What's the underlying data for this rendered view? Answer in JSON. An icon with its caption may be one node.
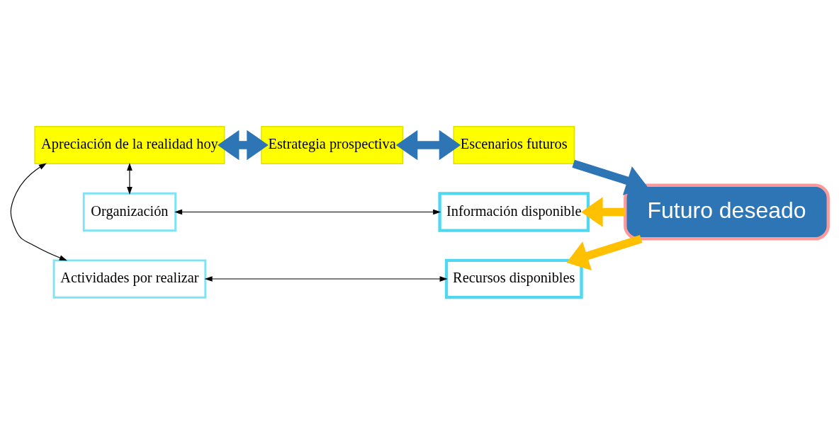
{
  "diagram": {
    "nodes": [
      {
        "text": [
          "Recursos disponibles"
        ]
      },
      {
        "text": [
          "Actividades por realizar"
        ]
      },
      {
        "text": [
          "Apreciación de la realidad hoy"
        ]
      },
      {
        "text": [
          "Estrategia prospectiva"
        ]
      },
      {
        "text": [
          "Escenarios futuros"
        ]
      },
      {
        "text": [
          "Futuro deseado"
        ]
      },
      {
        "text": [
          "Organización"
        ]
      },
      {
        "text": [
          "Información disponible"
        ]
      }
    ],
    "edges": [
      {
        "from": 1,
        "to": 0,
        "arrow": "both"
      },
      {
        "from": 2,
        "to": 1,
        "arrow": "both"
      },
      {
        "from": 2,
        "to": 3,
        "arrow": "both",
        "color": "#2e75b6"
      },
      {
        "from": 3,
        "to": 4,
        "arrow": "both",
        "color": "#2e75b6"
      },
      {
        "from": 4,
        "to": 5,
        "arrow": "to",
        "color": "#2e75b6"
      },
      {
        "from": 5,
        "to": 0,
        "arrow": "to",
        "color": "#ffc000"
      },
      {
        "from": 5,
        "to": 7,
        "arrow": "to",
        "color": "#ffc000"
      },
      {
        "from": 2,
        "to": 6,
        "arrow": "both"
      },
      {
        "from": 6,
        "to": 7,
        "arrow": "both"
      }
    ]
  }
}
